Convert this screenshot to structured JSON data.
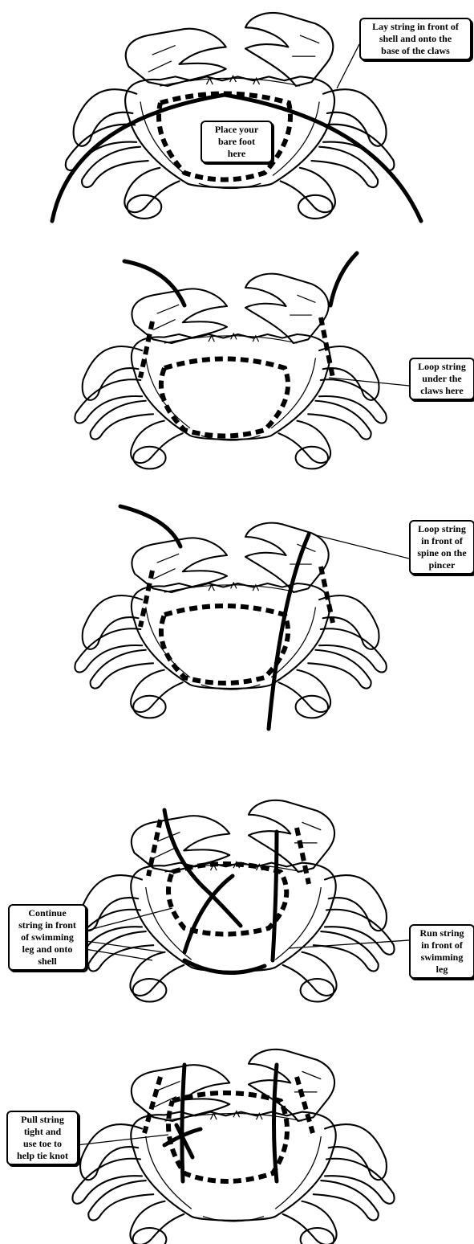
{
  "steps": [
    {
      "callouts": [
        "Lay string in front of\nshell and onto the\nbase of the claws",
        "Place your\nbare foot\nhere"
      ]
    },
    {
      "callouts": [
        "Loop string\nunder the\nclaws here"
      ]
    },
    {
      "callouts": [
        "Loop string\nin front of\nspine on the\npincer"
      ]
    },
    {
      "callouts": [
        "Continue\nstring in front\nof swimming\nleg and onto\nshell",
        "Run string\nin front of\nswimming\nleg"
      ]
    },
    {
      "callouts": [
        "Pull string\ntight and\nuse toe to\nhelp tie knot"
      ]
    }
  ]
}
